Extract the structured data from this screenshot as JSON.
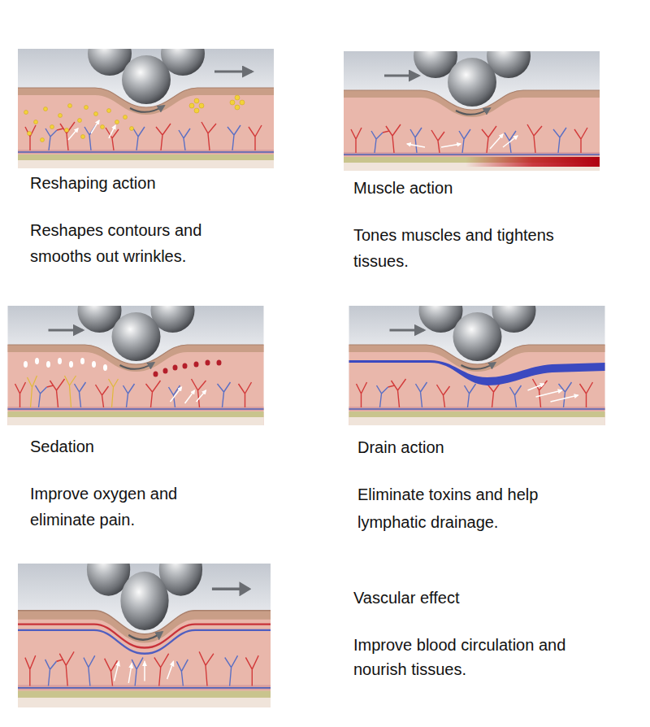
{
  "diagram": {
    "labels": [
      "Reshaping action",
      "Reshapes contours and smooths out wrinkles.",
      "Muscle action",
      "Tones muscles and tightens tissues.",
      "Sedation",
      "Improve oxygen and eliminate pain.",
      "Drain action",
      "Eliminate toxins and help lymphatic drainage.",
      "Vascular effect",
      "Improve blood circulation and nourish tissues."
    ]
  }
}
